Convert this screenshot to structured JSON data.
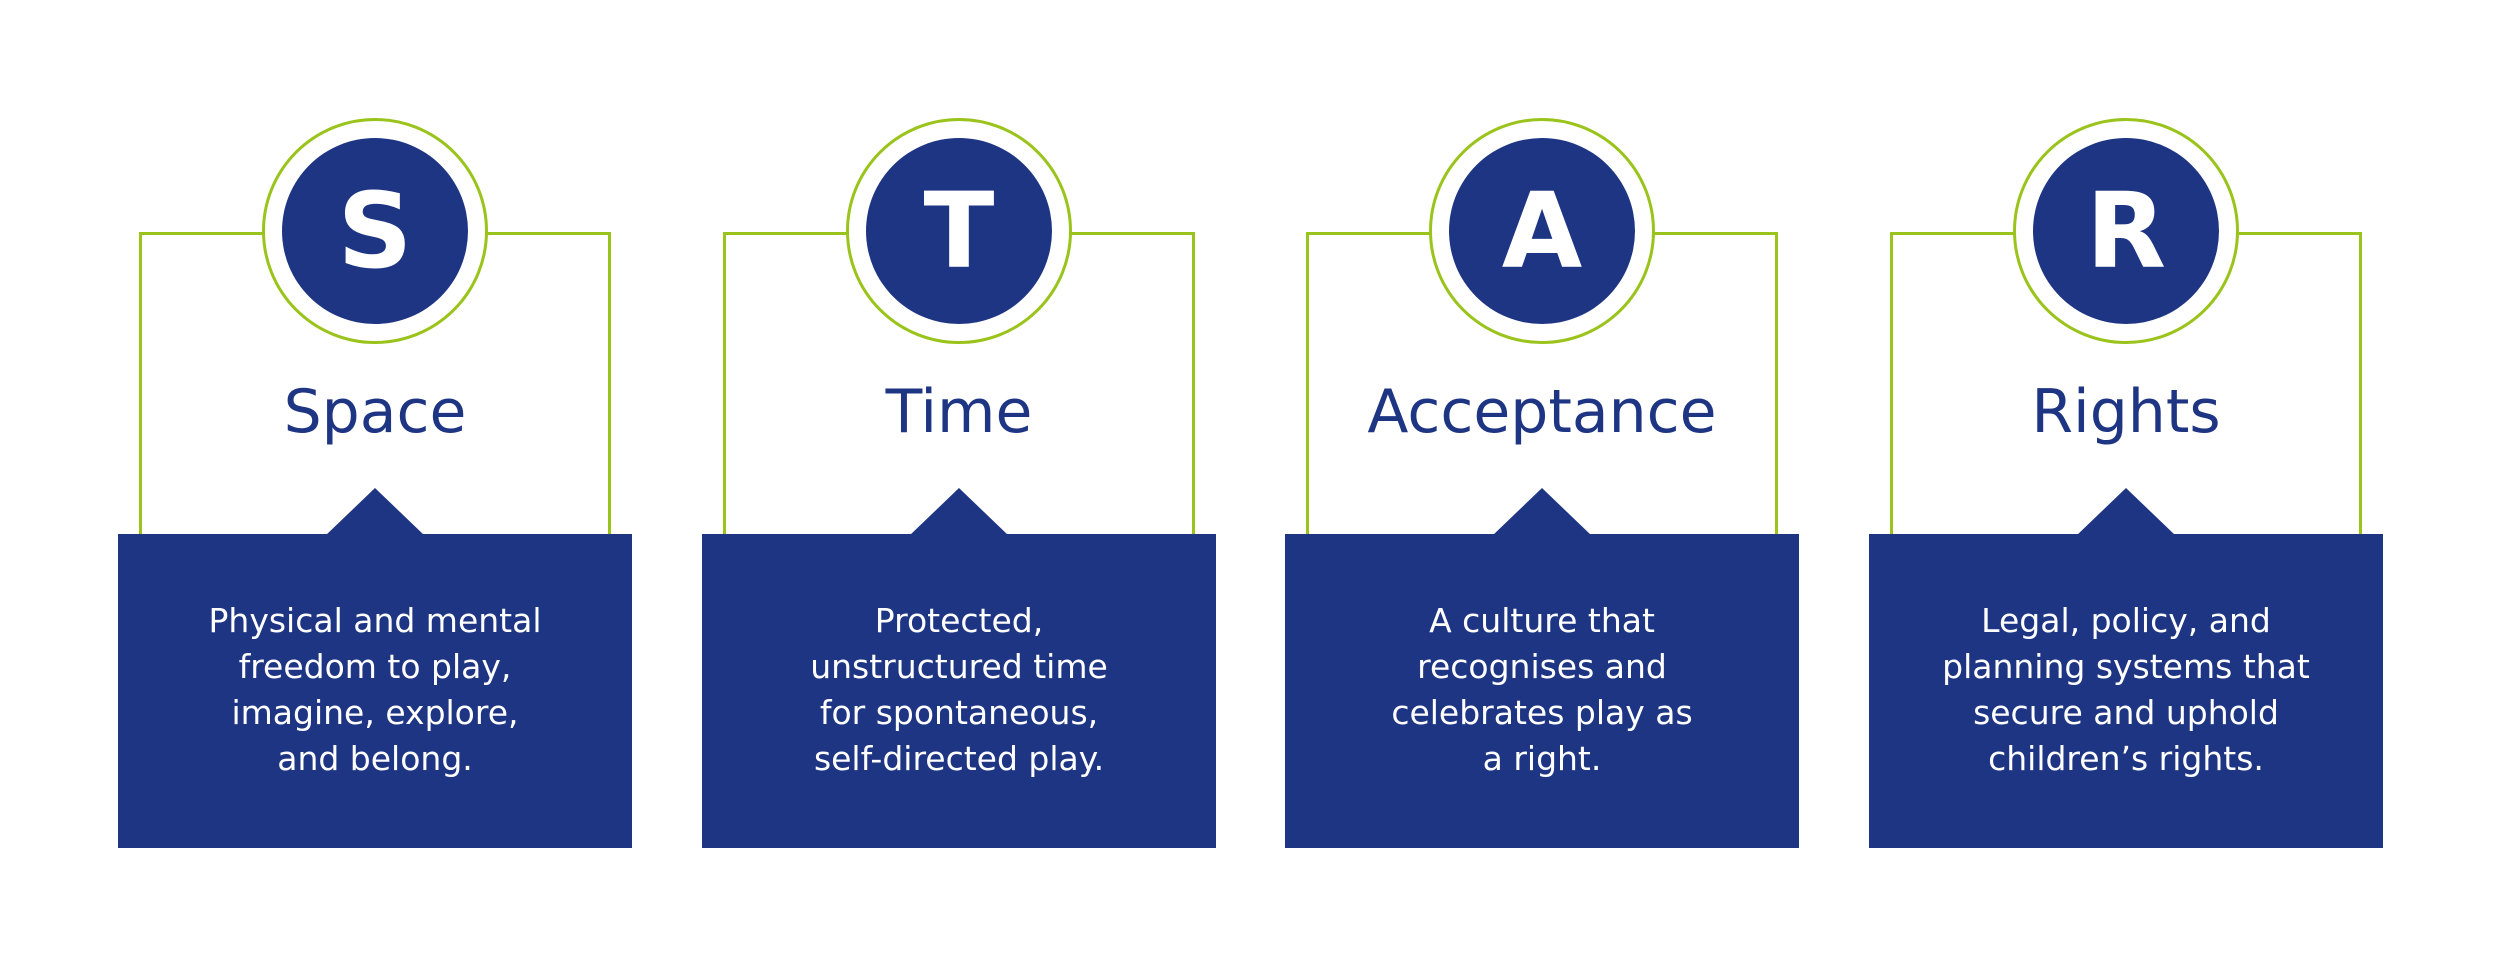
{
  "colors": {
    "navy": "#1e3584",
    "green": "#9ac31c",
    "white": "#ffffff"
  },
  "items": [
    {
      "letter": "S",
      "title": "Space",
      "lines": [
        "Physical and mental",
        "freedom to play,",
        "imagine, explore,",
        "and belong."
      ]
    },
    {
      "letter": "T",
      "title": "Time",
      "lines": [
        "Protected,",
        "unstructured time",
        "for spontaneous,",
        "self-directed play."
      ]
    },
    {
      "letter": "A",
      "title": "Acceptance",
      "lines": [
        "A culture that",
        "recognises and",
        "celebrates play as",
        "a right."
      ]
    },
    {
      "letter": "R",
      "title": "Rights",
      "lines": [
        "Legal, policy, and",
        "planning systems that",
        "secure and uphold",
        "children’s rights."
      ]
    }
  ]
}
